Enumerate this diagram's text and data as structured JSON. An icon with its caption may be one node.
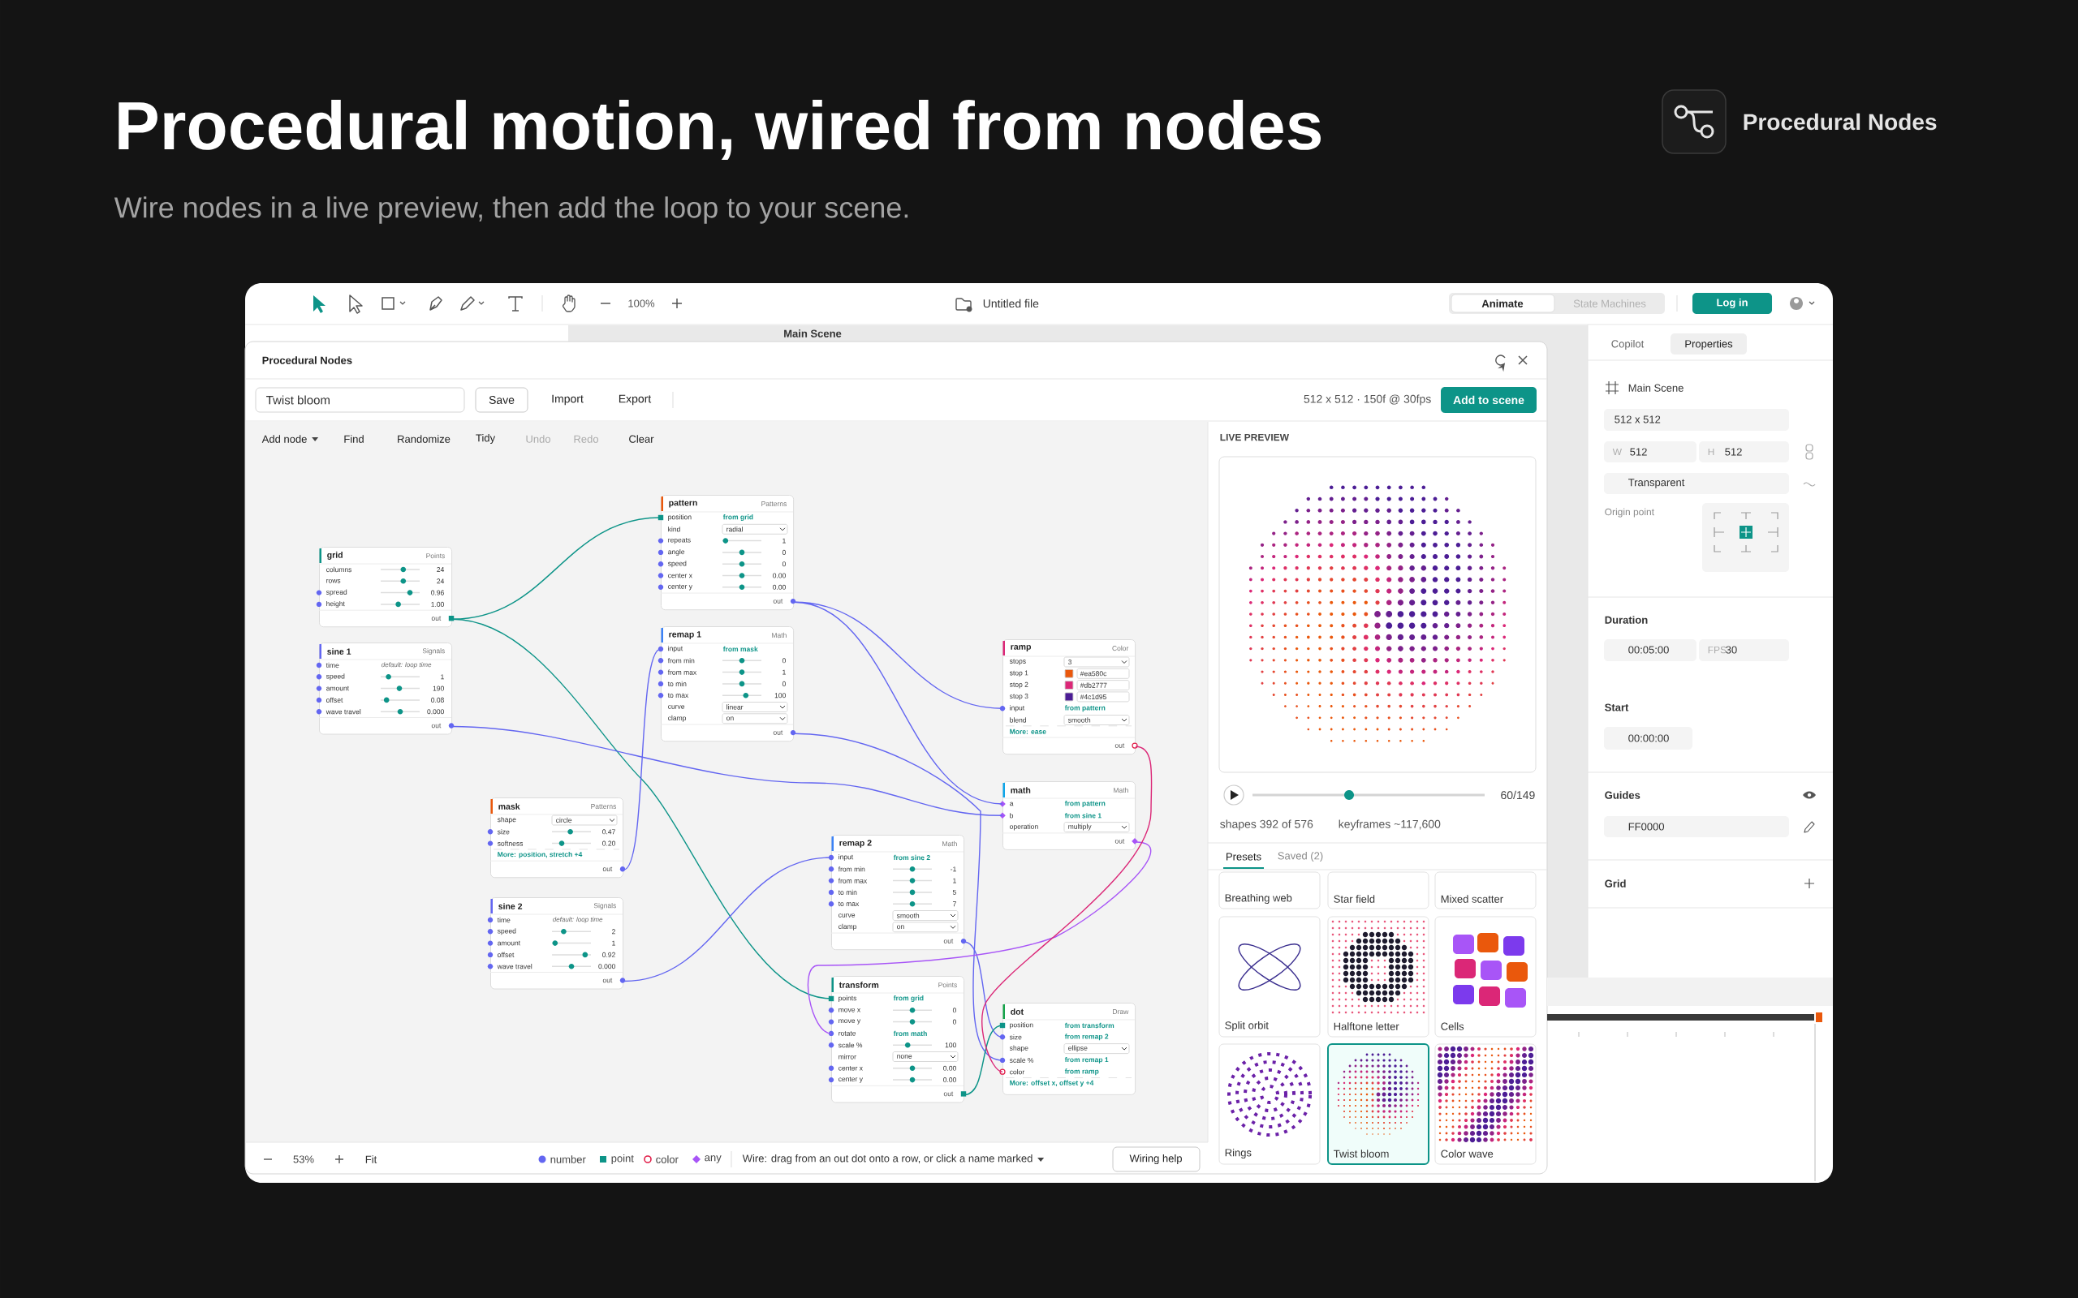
{
  "diagram": {
    "title": "Procedural motion, wired from nodes",
    "nodes": [
      {
        "text": [
          "grid",
          "Points",
          "columns",
          "24",
          "rows",
          "24",
          "spread",
          "0.96",
          "height",
          "1.00",
          "out"
        ]
      },
      {
        "text": [
          "sine 1",
          "Signals",
          "time",
          "default: loop time",
          "speed",
          "1",
          "amount",
          "190",
          "offset",
          "0.08",
          "wave travel",
          "0.000",
          "out"
        ]
      },
      {
        "text": [
          "mask",
          "Patterns",
          "shape",
          "circle",
          "size",
          "0.47",
          "softness",
          "0.20",
          "More: position, stretch +4",
          "out"
        ]
      },
      {
        "text": [
          "sine 2",
          "Signals",
          "time",
          "default: loop time",
          "speed",
          "2",
          "amount",
          "1",
          "offset",
          "0.92",
          "wave travel",
          "0.000",
          "out"
        ]
      },
      {
        "text": [
          "pattern",
          "Patterns",
          "position",
          "from grid",
          "kind",
          "radial",
          "repeats",
          "1",
          "angle",
          "0",
          "speed",
          "0",
          "center x",
          "0.00",
          "center y",
          "0.00",
          "out"
        ]
      },
      {
        "text": [
          "remap 1",
          "Math",
          "input",
          "from mask",
          "from min",
          "0",
          "from max",
          "1",
          "to min",
          "0",
          "to max",
          "100",
          "curve",
          "linear",
          "clamp",
          "on",
          "out"
        ]
      },
      {
        "text": [
          "ramp",
          "Color",
          "stops",
          "3",
          "stop 1",
          "#ea580c",
          "stop 2",
          "#db2777",
          "stop 3",
          "#4c1d95",
          "input",
          "from pattern",
          "blend",
          "smooth",
          "More: ease",
          "out"
        ]
      },
      {
        "text": [
          "math",
          "Math",
          "a",
          "from pattern",
          "b",
          "from sine 1",
          "operation",
          "multiply",
          "out"
        ]
      },
      {
        "text": [
          "remap 2",
          "Math",
          "input",
          "from sine 2",
          "from min",
          "-1",
          "from max",
          "1",
          "to min",
          "5",
          "to max",
          "7",
          "curve",
          "smooth",
          "clamp",
          "on",
          "out"
        ]
      },
      {
        "text": [
          "transform",
          "Points",
          "points",
          "from grid",
          "move x",
          "0",
          "move y",
          "0",
          "rotate",
          "from math",
          "scale %",
          "100",
          "mirror",
          "none",
          "center x",
          "0.00",
          "center y",
          "0.00",
          "out"
        ]
      },
      {
        "text": [
          "dot",
          "Draw",
          "position",
          "from transform",
          "size",
          "from remap 2",
          "shape",
          "ellipse",
          "scale %",
          "from remap 1",
          "color",
          "from ramp",
          "More: offset x, offset y +4"
        ]
      }
    ],
    "edges": [
      {
        "from": 0,
        "to": 4,
        "arrow": "none",
        "color": "#0d9488"
      },
      {
        "from": 0,
        "to": 9,
        "arrow": "none",
        "color": "#0d9488"
      },
      {
        "from": 1,
        "to": 7,
        "arrow": "none"
      },
      {
        "from": 2,
        "to": 5,
        "arrow": "none"
      },
      {
        "from": 3,
        "to": 8,
        "arrow": "none"
      },
      {
        "from": 4,
        "to": 6,
        "arrow": "none"
      },
      {
        "from": 4,
        "to": 7,
        "arrow": "none"
      },
      {
        "from": 5,
        "to": 10,
        "arrow": "none"
      },
      {
        "from": 8,
        "to": 10,
        "arrow": "none"
      },
      {
        "from": 7,
        "to": 9,
        "arrow": "none",
        "color": "#a855f7"
      },
      {
        "from": 9,
        "to": 10,
        "arrow": "none",
        "color": "#0d9488"
      },
      {
        "from": 6,
        "to": 10,
        "arrow": "none",
        "color": "#db2777"
      }
    ],
    "labels": [
      "Wire nodes in a live preview, then add the loop to your scene.",
      "Procedural Nodes",
      "100%",
      "Untitled file",
      "Animate",
      "State Machines",
      "Log in",
      "Main Scene",
      "Procedural Nodes",
      "Twist bloom",
      "Save",
      "Import",
      "Export",
      "512 x 512 · 150f @ 30fps",
      "Add to scene",
      "Add node",
      "Find",
      "Randomize",
      "Tidy",
      "Undo",
      "Redo",
      "Clear",
      "LIVE PREVIEW",
      "60/149",
      "shapes 392 of 576",
      "keyframes ~117,600",
      "Presets",
      "Saved (2)",
      "Breathing web",
      "Star field",
      "Mixed scatter",
      "Split orbit",
      "Halftone letter",
      "Cells",
      "Rings",
      "Twist bloom",
      "Color wave",
      "53%",
      "Fit",
      "Wire: drag from an out dot onto a row, or click a name marked",
      "Wiring help",
      "Copilot",
      "Properties",
      "Main Scene",
      "512 x 512",
      "W",
      "512",
      "H",
      "512",
      "Transparent",
      "Origin point",
      "Duration",
      "00:05:00",
      "FPS",
      "30",
      "Start",
      "00:00:00",
      "Guides",
      "FF0000",
      "Grid"
    ],
    "legend": [
      {
        "text": "number",
        "color": "#6366f1"
      },
      {
        "text": "point",
        "color": "#0d9488"
      },
      {
        "text": "color",
        "color": "#e11d48"
      },
      {
        "text": "any",
        "color": "#a855f7"
      }
    ]
  }
}
